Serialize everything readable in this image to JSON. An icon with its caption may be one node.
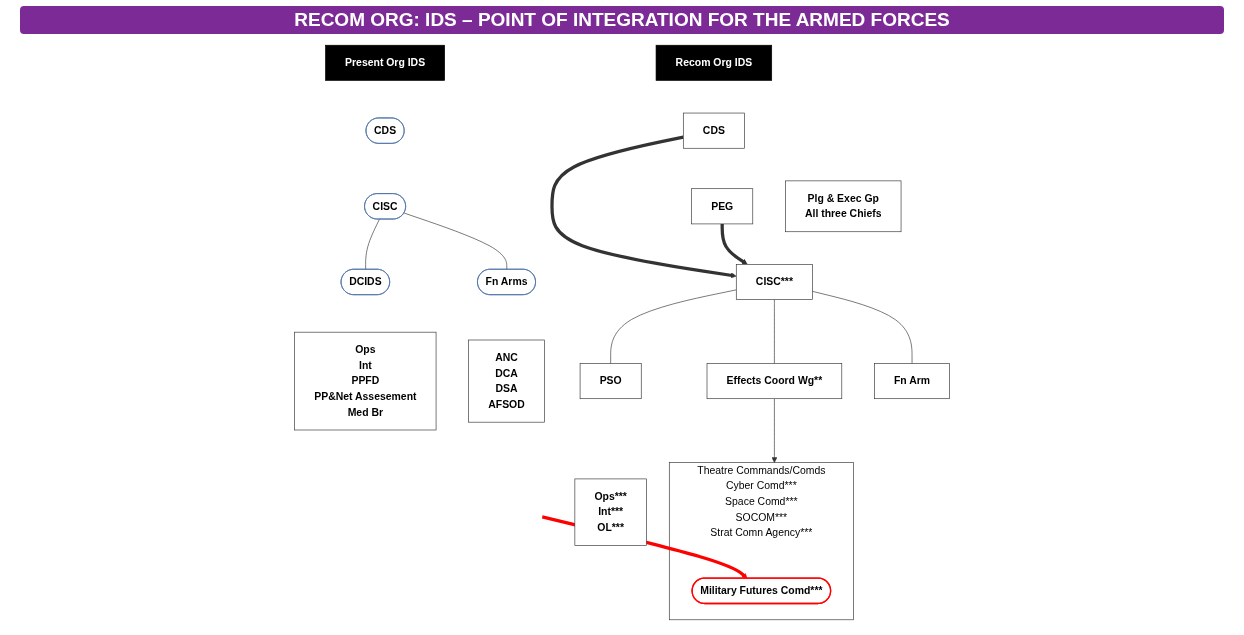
{
  "diagram": {
    "title": "RECOM ORG: IDS – POINT OF INTEGRATION FOR THE ARMED FORCES",
    "nodes": [
      {
        "text": [
          "Present Org IDS"
        ]
      },
      {
        "text": [
          "CDS"
        ]
      },
      {
        "text": [
          "CISC"
        ]
      },
      {
        "text": [
          "DCIDS"
        ]
      },
      {
        "text": [
          "Fn Arms"
        ]
      },
      {
        "text": [
          "Ops",
          "Int",
          "PPFD",
          "PP&Net Assesement",
          "Med Br"
        ]
      },
      {
        "text": [
          "ANC",
          "DCA",
          "DSA",
          "AFSOD"
        ]
      },
      {
        "text": [
          "Recom Org IDS"
        ]
      },
      {
        "text": [
          "CDS"
        ]
      },
      {
        "text": [
          "PEG"
        ]
      },
      {
        "text": [
          "Plg & Exec Gp",
          "All three Chiefs"
        ]
      },
      {
        "text": [
          "CISC***"
        ]
      },
      {
        "text": [
          "Effects Coord Wg**"
        ]
      },
      {
        "text": [
          "PSO"
        ]
      },
      {
        "text": [
          "Fn Arm"
        ]
      },
      {
        "text": [
          "Ops***",
          "Int***",
          "OL***"
        ]
      },
      {
        "text": [
          "Theatre Commands/Comds",
          "Cyber Comd***",
          "Space Comd***",
          "SOCOM***",
          "Strat Comn Agency***"
        ]
      },
      {
        "text": [
          "Military Futures Comd***"
        ],
        "in": 16
      }
    ],
    "edges": [
      {
        "from": 2,
        "to": 3,
        "arrow": "none"
      },
      {
        "from": 2,
        "to": 4,
        "arrow": "none"
      },
      {
        "from": 8,
        "to": 11,
        "arrow": "to",
        "style": "thick"
      },
      {
        "from": 9,
        "to": 11,
        "arrow": "to",
        "style": "thick"
      },
      {
        "from": 11,
        "to": 12,
        "arrow": "none"
      },
      {
        "from": 11,
        "to": 13,
        "arrow": "none"
      },
      {
        "from": 11,
        "to": 14,
        "arrow": "none"
      },
      {
        "from": 12,
        "to": 16,
        "arrow": "to"
      },
      {
        "from": null,
        "to": 17,
        "arrow": "to",
        "style": "thick",
        "color": "#ff0000"
      }
    ]
  }
}
